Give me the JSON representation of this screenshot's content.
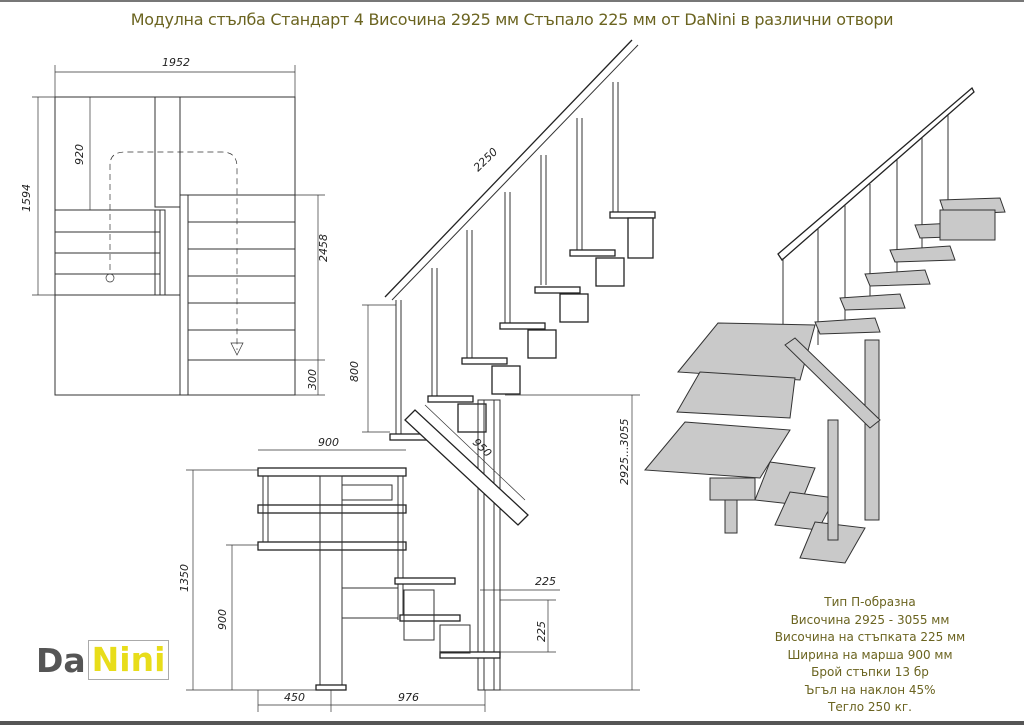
{
  "title": "Модулна стълба  Стандарт 4 Височина 2925 мм Стъпало 225 мм  от DaNini в различни отвори",
  "logo": {
    "part1": "Da",
    "part2": "Nini"
  },
  "dimensions": {
    "plan_width": "1952",
    "plan_depth": "1594",
    "plan_920": "920",
    "plan_2458": "2458",
    "plan_300": "300",
    "rail_length": "2250",
    "rail_height": "800",
    "brace": "950",
    "flight_width": "900",
    "h_1350": "1350",
    "h_900": "900",
    "w_450": "450",
    "w_976": "976",
    "step_depth": "225",
    "step_rise": "225",
    "total_height": "2925...3055"
  },
  "specs": [
    "Тип П-образна",
    "Височина 2925 - 3055 мм",
    "Височина на стъпката 225 мм",
    "Ширина на марша 900 мм",
    "Брой стъпки 13 бр",
    "Ъгъл на наклон 45%",
    "Тегло 250 кг."
  ]
}
